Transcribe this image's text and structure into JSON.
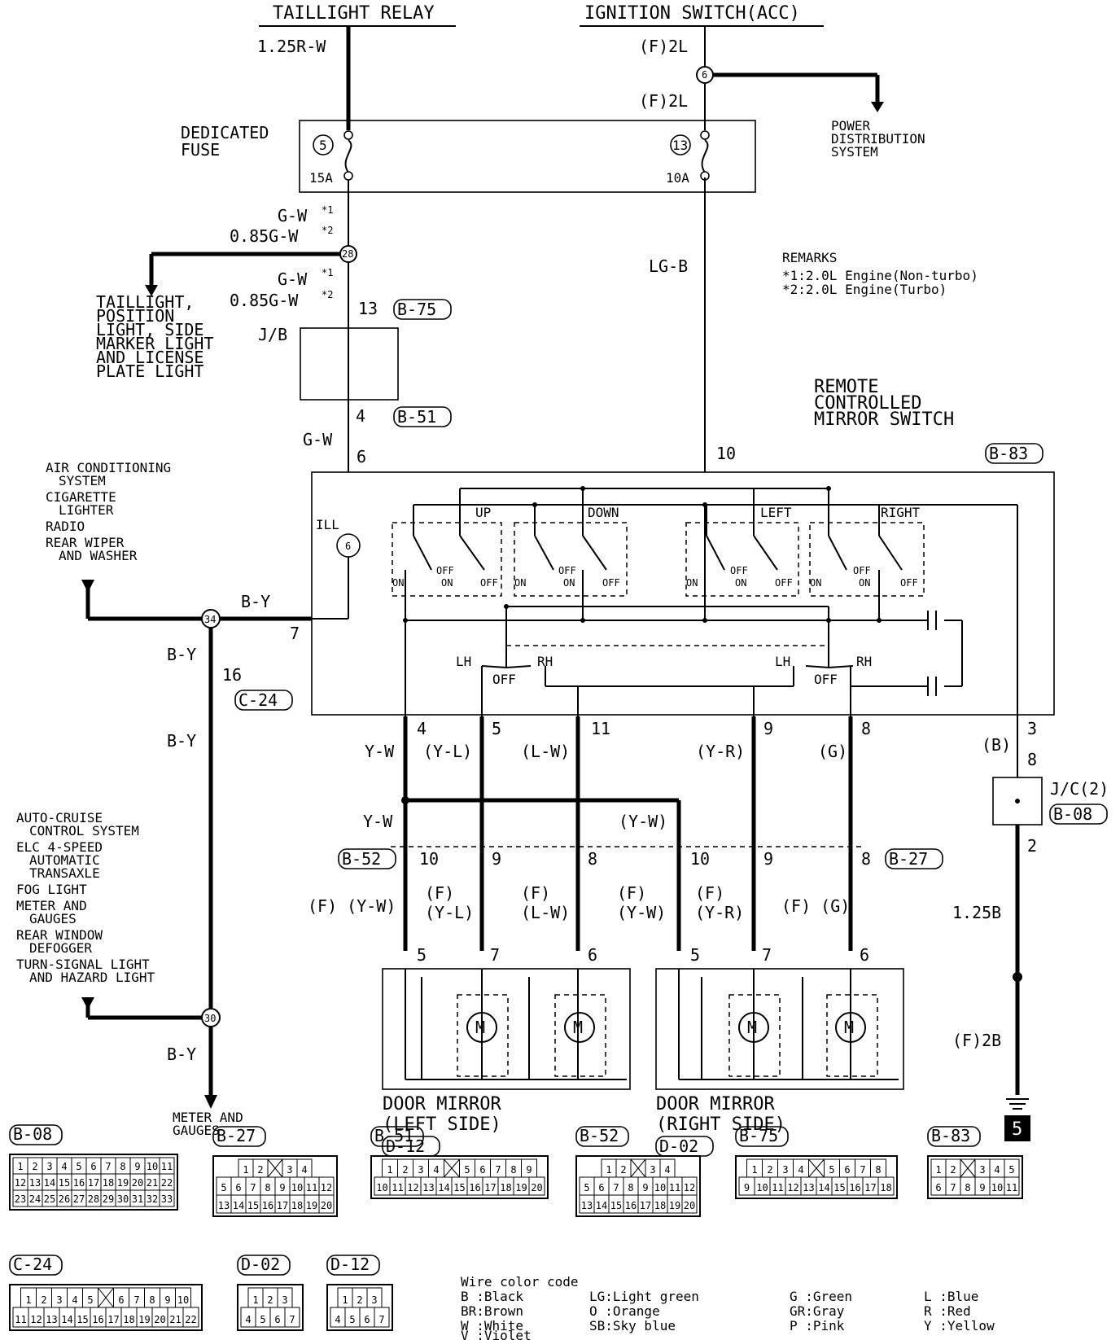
{
  "headers": {
    "taillight_relay": "TAILLIGHT RELAY",
    "ignition_switch": "IGNITION SWITCH(ACC)"
  },
  "wires": {
    "r_w": "1.25R-W",
    "f_2l_top": "(F)2L",
    "f_2l_mid": "(F)2L",
    "g_w_1": "G-W",
    "g_w_085_1": "0.85G-W",
    "g_w_2": "G-W",
    "g_w_085_2": "0.85G-W",
    "lg_b": "LG-B",
    "g_w_sw": "G-W",
    "b_y_1": "B-Y",
    "b_y_2": "B-Y",
    "b_y_3": "B-Y",
    "b_y_4": "B-Y",
    "y_w_out": "Y-W",
    "y_l_out": "(Y-L)",
    "l_w_out": "(L-W)",
    "y_r_out": "(Y-R)",
    "g_out": "(G)",
    "b_out": "(B)",
    "y_w_mid": "Y-W",
    "y_w_mid_r": "(Y-W)",
    "f_y_w": "(F) (Y-W)",
    "f_y_l_a": "(F)",
    "f_y_l_b": "(Y-L)",
    "f_l_w_a": "(F)",
    "f_l_w_b": "(L-W)",
    "f_y_w2_a": "(F)",
    "f_y_w2_b": "(Y-W)",
    "f_y_r_a": "(F)",
    "f_y_r_b": "(Y-R)",
    "f_g": "(F) (G)",
    "b125": "1.25B",
    "f2b": "(F)2B",
    "star1": "*1",
    "star2": "*2"
  },
  "fuse": {
    "label1": "DEDICATED",
    "label2": "FUSE",
    "num_left": "5",
    "num_right": "13",
    "amp_left": "15A",
    "amp_right": "10A"
  },
  "power_dist": [
    "POWER",
    "DISTRIBUTION",
    "SYSTEM"
  ],
  "remarks": {
    "title": "REMARKS",
    "r1": "*1:2.0L Engine(Non-turbo)",
    "r2": "*2:2.0L Engine(Turbo)"
  },
  "taillight_dest": [
    "TAILLIGHT,",
    "POSITION",
    "LIGHT, SIDE",
    "MARKER LIGHT",
    "AND LICENSE",
    "PLATE LIGHT"
  ],
  "jb": {
    "label": "J/B",
    "pin_top": "13",
    "pin_bot": "4",
    "conn_top": "B-75",
    "conn_bot": "B-51"
  },
  "switch": {
    "title": [
      "REMOTE",
      "CONTROLLED",
      "MIRROR SWITCH"
    ],
    "connector": "B-83",
    "ill": "ILL",
    "pin6": "6",
    "pin10": "10",
    "pin7": "7",
    "sections": [
      "UP",
      "DOWN",
      "LEFT",
      "RIGHT"
    ],
    "on": "ON",
    "off": "OFF",
    "lh": "LH",
    "rh": "RH",
    "out_pins": [
      "4",
      "5",
      "11",
      "9",
      "8",
      "3"
    ]
  },
  "splices": {
    "s6": "6",
    "s28": "28",
    "s34": "34",
    "s30": "30"
  },
  "left_dest": [
    "AIR CONDITIONING",
    "SYSTEM",
    "CIGARETTE",
    "LIGHTER",
    "RADIO",
    "REAR WIPER",
    "AND WASHER"
  ],
  "c24": {
    "pin": "16",
    "conn": "C-24"
  },
  "left_dest2": [
    "AUTO-CRUISE",
    "CONTROL SYSTEM",
    "ELC 4-SPEED",
    "AUTOMATIC",
    "TRANSAXLE",
    "FOG LIGHT",
    "METER AND",
    "GAUGES",
    "REAR WINDOW",
    "DEFOGGER",
    "TURN-SIGNAL LIGHT",
    "AND HAZARD LIGHT"
  ],
  "meter_dest": [
    "METER AND",
    "GAUGES"
  ],
  "jc": {
    "label": "J/C(2)",
    "conn": "B-08",
    "pin_top": "8",
    "pin_bot": "2"
  },
  "mirror_conn": {
    "b52": "B-52",
    "b27": "B-27",
    "pins_b52": [
      "10",
      "9",
      "8"
    ],
    "pins_b27": [
      "10",
      "9",
      "8"
    ],
    "pins_mirror": [
      "5",
      "7",
      "6"
    ]
  },
  "mirror_left": {
    "line1": "DOOR MIRROR",
    "line2": "(LEFT SIDE)",
    "conn": "D-12"
  },
  "mirror_right": {
    "line1": "DOOR MIRROR",
    "line2": "(RIGHT SIDE)",
    "conn": "D-02"
  },
  "motor_symbol": "M",
  "ground": "5",
  "connectors": [
    {
      "id": "B-08",
      "rows": [
        [
          "1",
          "2",
          "3",
          "4",
          "5",
          "6",
          "7",
          "8",
          "9",
          "10",
          "11"
        ],
        [
          "12",
          "13",
          "14",
          "15",
          "16",
          "17",
          "18",
          "19",
          "20",
          "21",
          "22"
        ],
        [
          "23",
          "24",
          "25",
          "26",
          "27",
          "28",
          "29",
          "30",
          "31",
          "32",
          "33"
        ]
      ]
    },
    {
      "id": "B-27",
      "rows": [
        [
          "1",
          "2",
          "",
          "3",
          "4"
        ],
        [
          "5",
          "6",
          "7",
          "8",
          "9",
          "10",
          "11",
          "12"
        ],
        [
          "13",
          "14",
          "15",
          "16",
          "17",
          "18",
          "19",
          "20"
        ]
      ]
    },
    {
      "id": "B-51",
      "rows": [
        [
          "1",
          "2",
          "3",
          "4",
          "",
          "5",
          "6",
          "7",
          "8",
          "9"
        ],
        [
          "10",
          "11",
          "12",
          "13",
          "14",
          "15",
          "16",
          "17",
          "18",
          "19",
          "20"
        ]
      ]
    },
    {
      "id": "B-52",
      "rows": [
        [
          "1",
          "2",
          "",
          "3",
          "4"
        ],
        [
          "5",
          "6",
          "7",
          "8",
          "9",
          "10",
          "11",
          "12"
        ],
        [
          "13",
          "14",
          "15",
          "16",
          "17",
          "18",
          "19",
          "20"
        ]
      ]
    },
    {
      "id": "B-75",
      "rows": [
        [
          "1",
          "2",
          "3",
          "4",
          "",
          "5",
          "6",
          "7",
          "8"
        ],
        [
          "9",
          "10",
          "11",
          "12",
          "13",
          "14",
          "15",
          "16",
          "17",
          "18"
        ]
      ]
    },
    {
      "id": "B-83",
      "rows": [
        [
          "1",
          "2",
          "",
          "3",
          "4",
          "5"
        ],
        [
          "6",
          "7",
          "8",
          "9",
          "10",
          "11"
        ]
      ]
    },
    {
      "id": "C-24",
      "rows": [
        [
          "1",
          "2",
          "3",
          "4",
          "5",
          "",
          "6",
          "7",
          "8",
          "9",
          "10"
        ],
        [
          "11",
          "12",
          "13",
          "14",
          "15",
          "16",
          "17",
          "18",
          "19",
          "20",
          "21",
          "22"
        ]
      ]
    },
    {
      "id": "D-02",
      "rows": [
        [
          "1",
          "2",
          "3"
        ],
        [
          "4",
          "5",
          "6",
          "7"
        ]
      ]
    },
    {
      "id": "D-12",
      "rows": [
        [
          "1",
          "2",
          "3"
        ],
        [
          "4",
          "5",
          "6",
          "7"
        ]
      ]
    }
  ],
  "color_code": {
    "title": "Wire color code",
    "items": [
      "B :Black",
      "BR:Brown",
      "W :White",
      "V :Violet",
      "LG:Light green",
      "O :Orange",
      "SB:Sky blue",
      "G :Green",
      "GR:Gray",
      "P :Pink",
      "L :Blue",
      "R :Red",
      "Y :Yellow"
    ]
  }
}
